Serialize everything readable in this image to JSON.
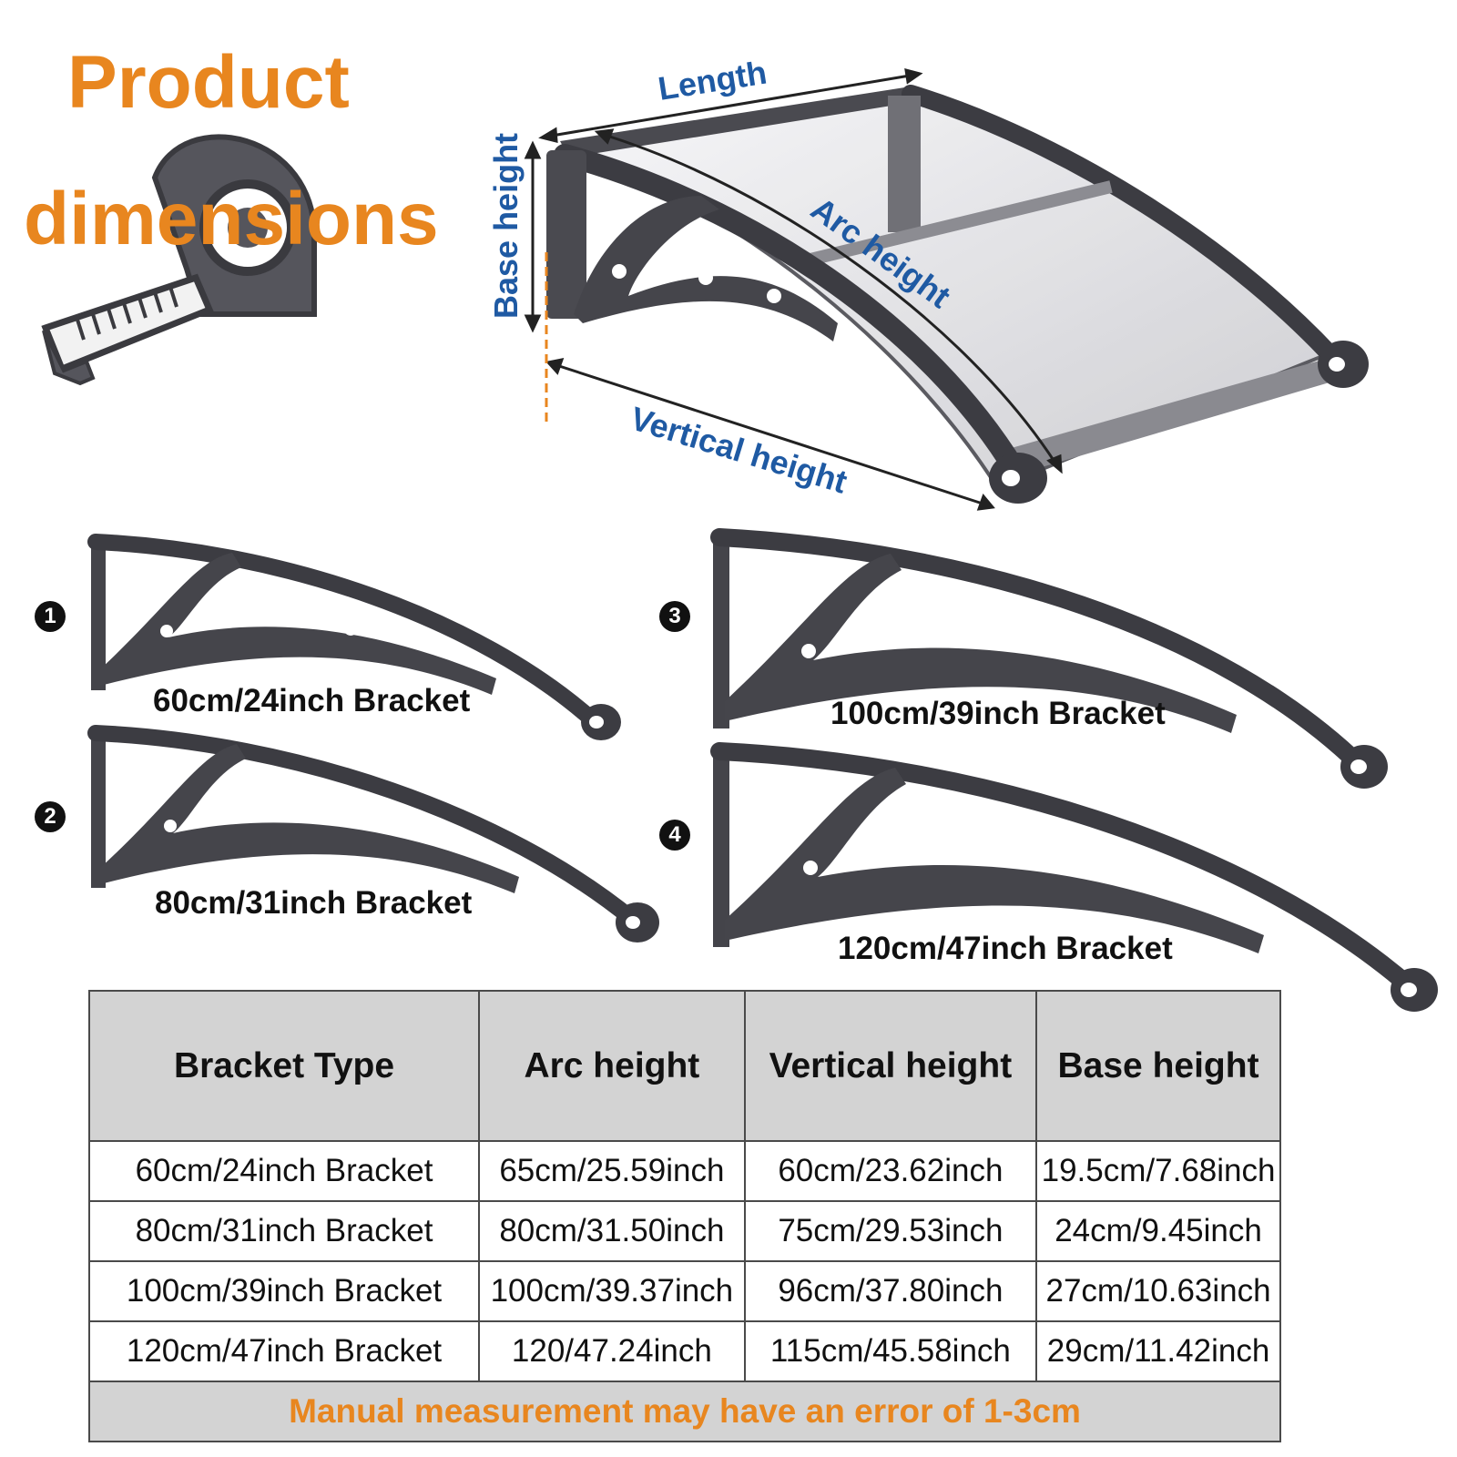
{
  "header": {
    "title_line1": "Product",
    "title_line2": "dimensions",
    "icon": "tape-measure-icon"
  },
  "diagram": {
    "length_label": "Length",
    "arc_height_label": "Arc height",
    "base_height_label": "Base height",
    "vertical_height_label": "Vertical height"
  },
  "brackets": [
    {
      "number": "1",
      "label": "60cm/24inch Bracket"
    },
    {
      "number": "2",
      "label": "80cm/31inch Bracket"
    },
    {
      "number": "3",
      "label": "100cm/39inch Bracket"
    },
    {
      "number": "4",
      "label": "120cm/47inch Bracket"
    }
  ],
  "table": {
    "headers": [
      "Bracket Type",
      "Arc height",
      "Vertical height",
      "Base height"
    ],
    "rows": [
      [
        "60cm/24inch Bracket",
        "65cm/25.59inch",
        "60cm/23.62inch",
        "19.5cm/7.68inch"
      ],
      [
        "80cm/31inch Bracket",
        "80cm/31.50inch",
        "75cm/29.53inch",
        "24cm/9.45inch"
      ],
      [
        "100cm/39inch Bracket",
        "100cm/39.37inch",
        "96cm/37.80inch",
        "27cm/10.63inch"
      ],
      [
        "120cm/47inch Bracket",
        "120/47.24inch",
        "115cm/45.58inch",
        "29cm/11.42inch"
      ]
    ],
    "note": "Manual measurement may have an error of 1-3cm"
  },
  "colors": {
    "title": "#e8861f",
    "dimension_text": "#1f5aa3",
    "bracket": "#3a3a40",
    "table_header_bg": "#d3d3d3"
  }
}
